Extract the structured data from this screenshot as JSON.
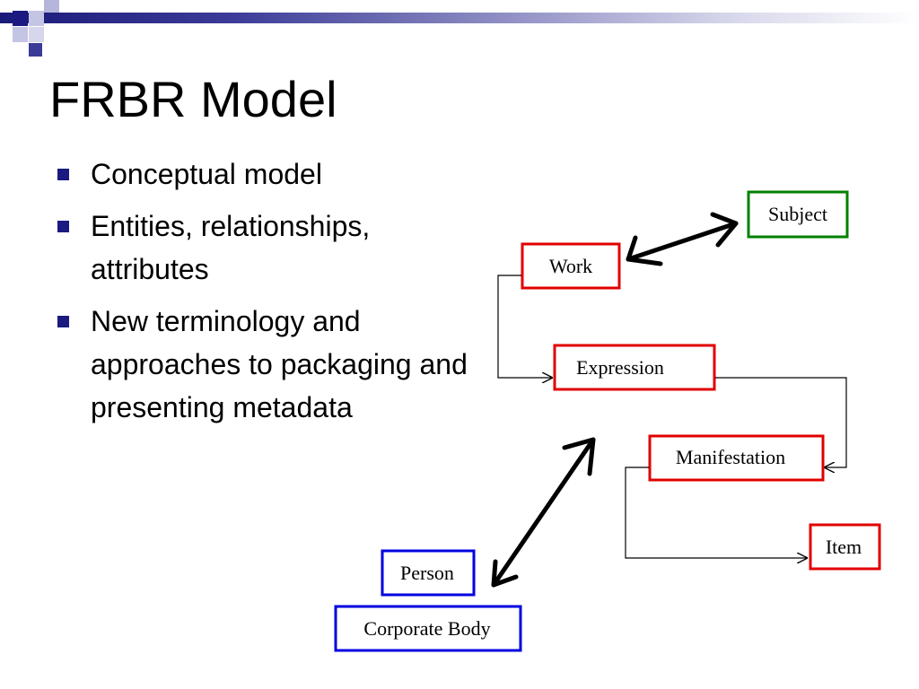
{
  "slide": {
    "title": "FRBR Model",
    "bullets": [
      "Conceptual model",
      "Entities, relationships, attributes",
      "New terminology and approaches to packaging and presenting metadata"
    ]
  },
  "diagram": {
    "nodes": {
      "subject": "Subject",
      "work": "Work",
      "expression": "Expression",
      "manifestation": "Manifestation",
      "item": "Item",
      "person": "Person",
      "corporate_body": "Corporate Body"
    },
    "colors": {
      "group1": "#e00000",
      "group2": "#0000e0",
      "group3": "#008000",
      "accent": "#1a1a80"
    }
  }
}
